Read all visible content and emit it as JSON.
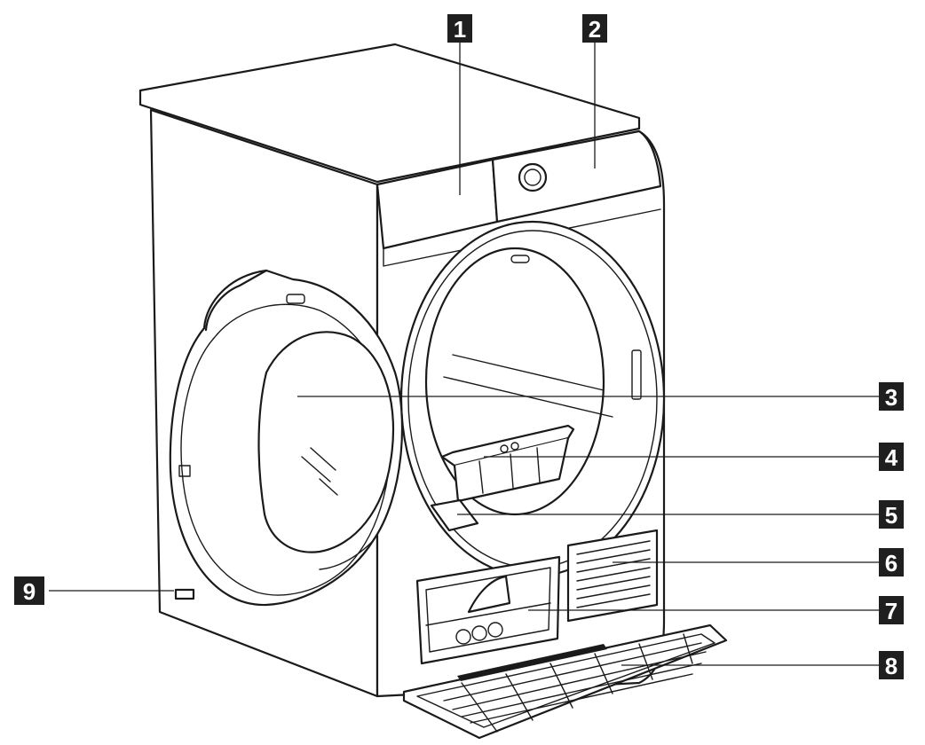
{
  "callouts": [
    {
      "id": "1",
      "label": "1"
    },
    {
      "id": "2",
      "label": "2"
    },
    {
      "id": "3",
      "label": "3"
    },
    {
      "id": "4",
      "label": "4"
    },
    {
      "id": "5",
      "label": "5"
    },
    {
      "id": "6",
      "label": "6"
    },
    {
      "id": "7",
      "label": "7"
    },
    {
      "id": "8",
      "label": "8"
    },
    {
      "id": "9",
      "label": "9"
    }
  ],
  "colors": {
    "ink": "#1a1a1a",
    "callout_bg": "#1f1f1f",
    "callout_text": "#ffffff"
  }
}
